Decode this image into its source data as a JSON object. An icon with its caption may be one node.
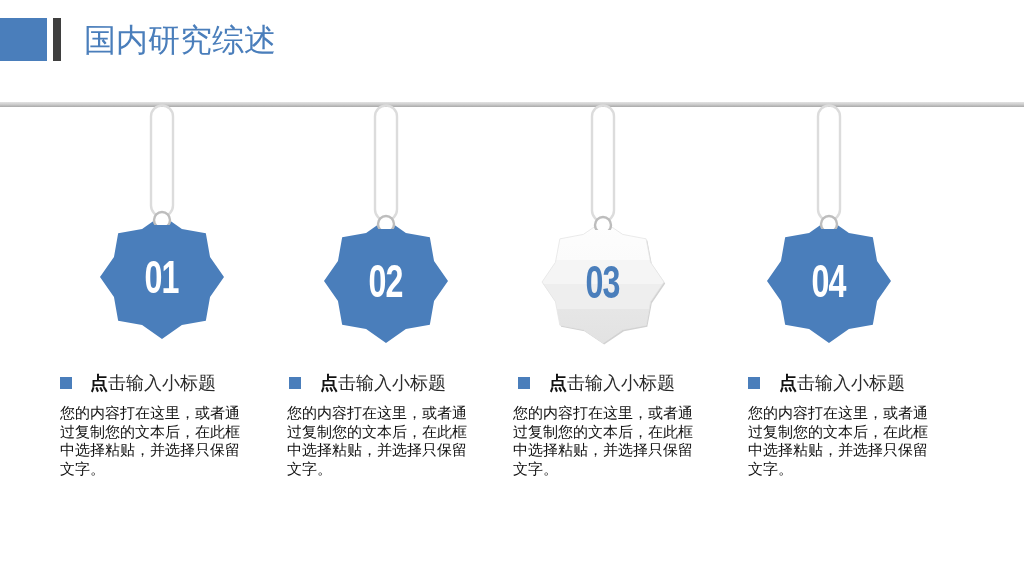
{
  "diagram": {
    "title": "国内研究综述",
    "nodes": [
      {
        "text": [
          "01"
        ],
        "beside": [
          "**点**击输入小标题",
          "您的内容打在这里，或者通过复制您的文本后，在此框中选择粘贴，并选择只保留文字。"
        ]
      },
      {
        "text": [
          "02"
        ],
        "beside": [
          "**点**击输入小标题",
          "您的内容打在这里，或者通过复制您的文本后，在此框中选择粘贴，并选择只保留文字。"
        ]
      },
      {
        "text": [
          "03"
        ],
        "beside": [
          "**点**击输入小标题",
          "您的内容打在这里，或者通过复制您的文本后，在此框中选择粘贴，并选择只保留文字。"
        ]
      },
      {
        "text": [
          "04"
        ],
        "beside": [
          "**点**击输入小标题",
          "您的内容打在这里，或者通过复制您的文本后，在此框中选择粘贴，并选择只保留文字。"
        ]
      }
    ]
  }
}
